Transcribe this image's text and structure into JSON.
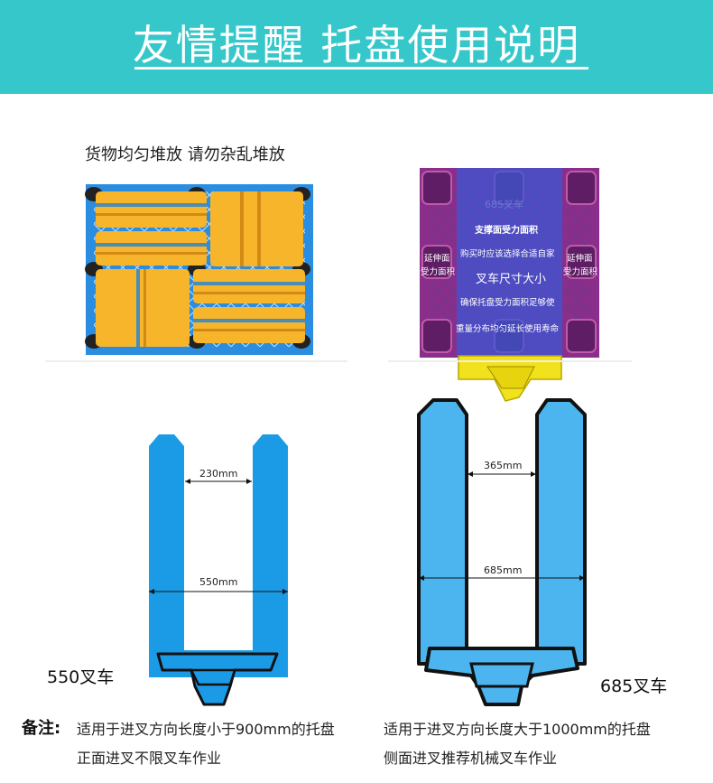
{
  "banner": {
    "title": "友情提醒 托盘使用说明"
  },
  "left_panel": {
    "caption": "货物均匀堆放  请勿杂乱堆放"
  },
  "right_panel": {
    "top_ghost": "685叉车",
    "support_area": "支撑面受力面积",
    "advice_line": "购买时应该选择合适自家",
    "fork_size": "叉车尺寸大小",
    "ensure_line": "确保托盘受力面积足够使",
    "lifespan_line": "重量分布均匀延长使用寿命",
    "left_side": [
      "延伸面",
      "受力面积"
    ],
    "right_side": [
      "延伸面",
      "受力面积"
    ]
  },
  "forklift_550": {
    "inner_dim": "230mm",
    "outer_dim": "550mm",
    "label": "550叉车"
  },
  "forklift_685": {
    "inner_dim": "365mm",
    "outer_dim": "685mm",
    "label": "685叉车"
  },
  "notes": {
    "prefix": "备注:",
    "left_line1": "适用于进叉方向长度小于900mm的托盘",
    "left_line2": "正面进叉不限叉车作业",
    "right_line1": "适用于进叉方向长度大于1000mm的托盘",
    "right_line2": "侧面进叉推荐机械叉车作业"
  },
  "colors": {
    "banner": "#35c7c9",
    "pallet_blue": "#2a8de0",
    "cargo_yellow": "#f7b52c",
    "fork_blue": "#1b9be6",
    "fork_blue_light": "#4cb5ef",
    "purple": "#8a2e8c",
    "overlay_blue": "#3a57d6",
    "fork_yellow": "#f2e21e"
  }
}
